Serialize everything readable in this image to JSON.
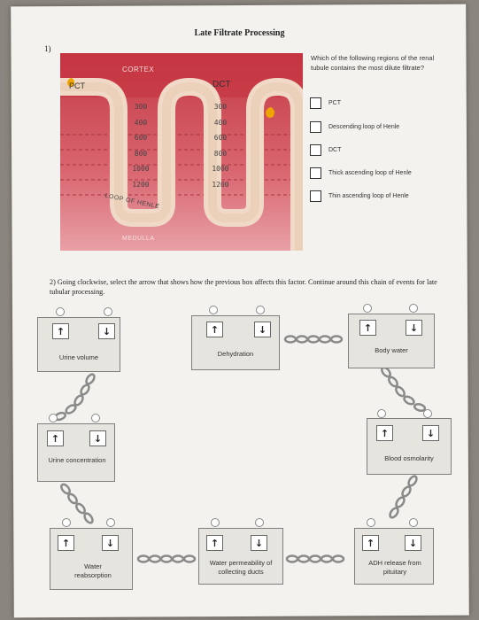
{
  "worksheet": {
    "title": "Late Filtrate Processing",
    "q1_number": "1)",
    "q2_text": "2) Going clockwise, select the arrow that shows how the previous box affects this factor. Continue around this chain of events for late tubular processing."
  },
  "diagram": {
    "cortex_label": "CORTEX",
    "medulla_label": "MEDULLA",
    "dct_label": "DCT",
    "pct_label": "PCT",
    "loop_label": "LOOP OF HENLE",
    "left_concentrations": [
      "300",
      "400",
      "600",
      "800",
      "1000",
      "1200"
    ],
    "right_concentrations": [
      "300",
      "400",
      "600",
      "800",
      "1000",
      "1200"
    ],
    "colors": {
      "cortex": "#c43a45",
      "tubule": "#f0d9c6",
      "droplet": "#f0a400"
    }
  },
  "question1": {
    "prompt": "Which of the following regions of the renal tubule contains the most dilute filtrate?",
    "options": [
      "PCT",
      "Descending loop of Henle",
      "DCT",
      "Thick ascending loop of Henle",
      "Thin ascending loop of Henle"
    ]
  },
  "chain": {
    "up_arrow": "↑",
    "down_arrow": "↓",
    "boxes": {
      "urine_volume": "Urine volume",
      "dehydration": "Dehydration",
      "body_water": "Body water",
      "blood_osmolarity": "Blood osmolarity",
      "adh_release": "ADH release from pituitary",
      "water_permeability": "Water permeability of collecting ducts",
      "water_reabsorption": "Water reabsorption",
      "urine_concentration": "Urine concentration"
    }
  }
}
